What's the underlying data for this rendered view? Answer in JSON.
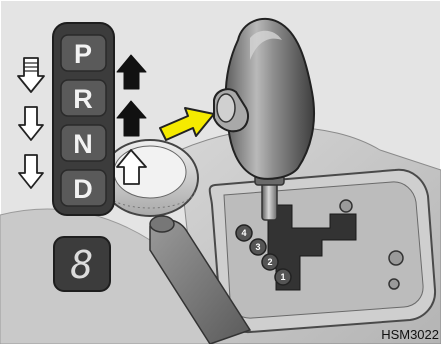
{
  "indicator": {
    "gears": [
      "P",
      "R",
      "N",
      "D"
    ],
    "display_digit": "8"
  },
  "gate": {
    "slots": [
      "4",
      "3",
      "2",
      "1"
    ]
  },
  "figure_code": "HSM3022",
  "colors": {
    "background": "#e4e4e4",
    "panel": "#3c3c3c",
    "key": "#5a5a5a",
    "push_arrow": "#f5ea00",
    "outline": "#222222"
  },
  "icons": {
    "left": [
      "double-shaft-down-arrow-icon",
      "hollow-down-arrow-icon",
      "hollow-down-arrow-icon"
    ],
    "right": [
      "solid-up-arrow-icon",
      "solid-up-arrow-icon",
      "hollow-up-arrow-icon"
    ],
    "push": "yellow-push-arrow-icon"
  }
}
